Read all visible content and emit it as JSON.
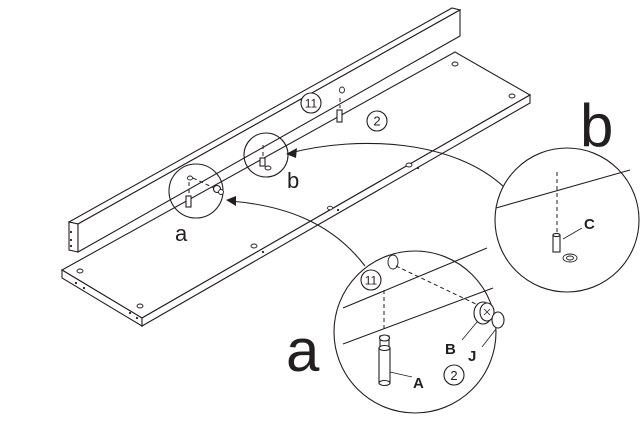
{
  "callouts": {
    "big_a": "a",
    "big_b": "b",
    "small_a": "a",
    "small_b": "b"
  },
  "part_numbers": {
    "board_11": "11",
    "board_2": "2",
    "detail_a_11": "11",
    "detail_a_2": "2"
  },
  "hardware_labels": {
    "A": "A",
    "B": "B",
    "J": "J",
    "C": "C"
  }
}
